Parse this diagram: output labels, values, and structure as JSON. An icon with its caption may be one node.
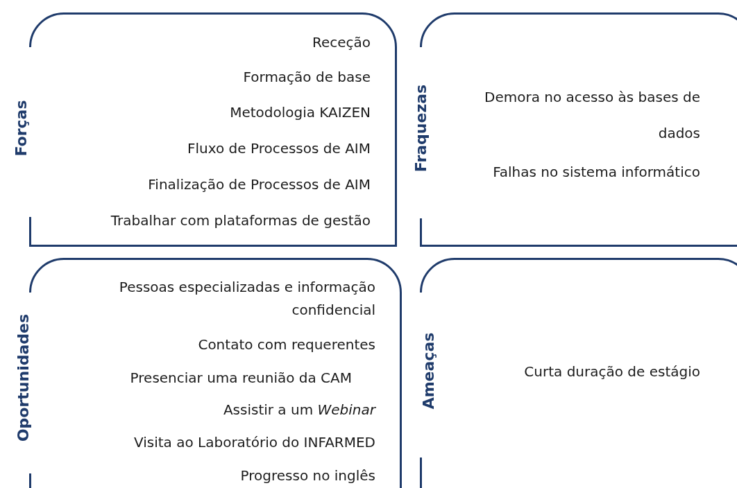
{
  "diagram": {
    "nodes": [
      {
        "text": [
          "Forças",
          "Receção",
          "Formação de base",
          "Metodologia KAIZEN",
          "Fluxo de Processos de AIM",
          "Finalização de Processos de AIM",
          "Trabalhar com plataformas de gestão"
        ]
      },
      {
        "text": [
          "Fraquezas",
          "Demora no acesso às bases de dados",
          "Falhas no sistema informático"
        ]
      },
      {
        "text": [
          "Oportunidades",
          "Pessoas especializadas e informação confidencial",
          "Contato com requerentes",
          "Presenciar uma reunião da CAM",
          "Assistir a um *Webinar*",
          "Visita ao Laboratório do INFARMED",
          "Progresso no inglês"
        ]
      },
      {
        "text": [
          "Ameaças",
          "Curta duração de estágio"
        ]
      }
    ]
  }
}
